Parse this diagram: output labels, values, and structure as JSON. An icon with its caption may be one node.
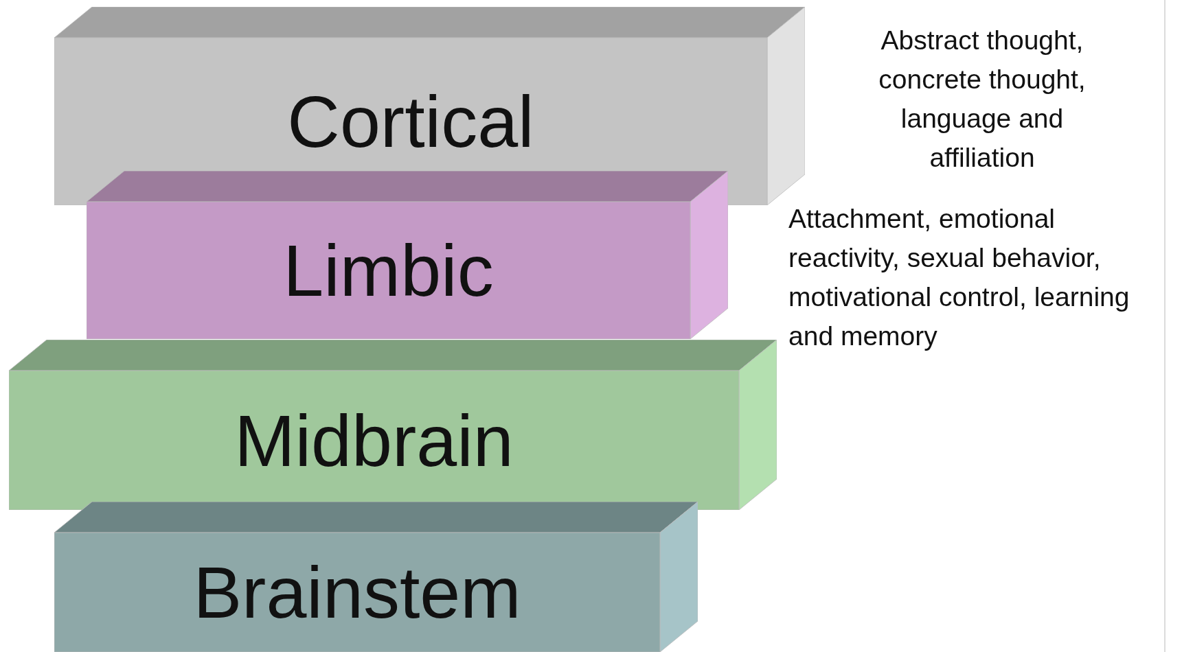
{
  "diagram": {
    "nodes": [
      {
        "text": [
          "Cortical"
        ],
        "beside": [
          "Abstract thought, concrete thought, language and affiliation"
        ]
      },
      {
        "text": [
          "Limbic"
        ]
      },
      {
        "text": [
          "Midbrain"
        ]
      },
      {
        "text": [
          "Brainstem"
        ]
      }
    ],
    "labels": [
      "Attachment, emotional reactivity, sexual behavior, motivational control, learning and memory"
    ]
  }
}
